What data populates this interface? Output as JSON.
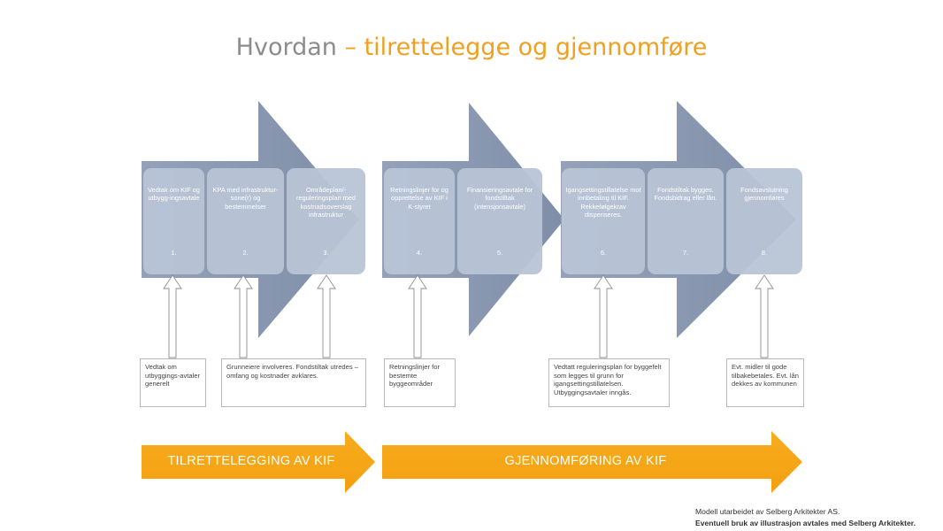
{
  "title": {
    "prefix": "Hvordan",
    "highlight": "– tilrettelegge og gjennomføre"
  },
  "colors": {
    "arrow": "#8896b0",
    "box": "#b8c4d6",
    "orange": "#f5a716",
    "title_gray": "#8c8c8c",
    "title_orange": "#f0a020"
  },
  "steps": [
    {
      "text": "Vedtak om KIF og utbygg-ingsavtale",
      "number": "1."
    },
    {
      "text": "KPA med infrastruktur-sone(r) og bestemmelser",
      "number": "2."
    },
    {
      "text": "Områdeplan/-reguleringsplan med kostnadsoverslag infrastruktur",
      "number": "3."
    },
    {
      "text": "Retningslinjer for og opprettelse av KIF i K-styret",
      "number": "4."
    },
    {
      "text": "Finansieringsavtale for fondstiltak (intensjonsavtale)",
      "number": "5."
    },
    {
      "text": "Igangsettingstillatelse mot innbetaling til KIF. Rekkefølgekrav dispenseres.",
      "number": "6."
    },
    {
      "text": "Fondstiltak bygges. Fondsbidrag eller lån.",
      "number": "7."
    },
    {
      "text": "Fondsavslutning gjennomføres",
      "number": "8."
    }
  ],
  "notes": [
    {
      "text": "Vedtak om utbyggings-avtaler generelt"
    },
    {
      "text": "Grunneiere involveres. Fondstiltak utredes – omfang og kostnader avklares."
    },
    {
      "text": "Retningslinjer for bestemte byggeområder"
    },
    {
      "text": "Vedtatt reguleringsplan for byggefelt som legges til grunn for igangsettingstillatelsen. Utbyggingsavtaler inngås."
    },
    {
      "text": "Evt. midler til gode tilbakebetales. Evt. lån dekkes av kommunen"
    }
  ],
  "phases": [
    {
      "label": "TILRETTELEGGING AV KIF"
    },
    {
      "label": "GJENNOMFØRING AV KIF"
    }
  ],
  "credit": {
    "line1": "Modell utarbeidet av Selberg Arkitekter AS.",
    "line2": "Eventuell bruk av illustrasjon avtales med Selberg Arkitekter."
  }
}
